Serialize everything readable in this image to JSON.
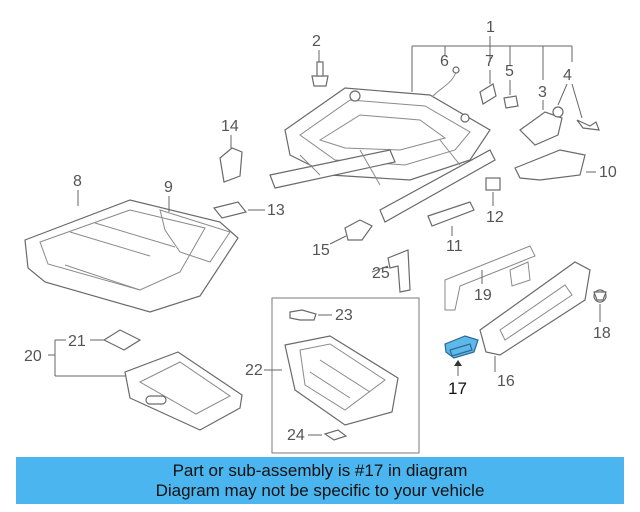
{
  "diagram": {
    "labels": {
      "p1": "1",
      "p2": "2",
      "p3": "3",
      "p4": "4",
      "p5": "5",
      "p6": "6",
      "p7": "7",
      "p8": "8",
      "p9": "9",
      "p10": "10",
      "p11": "11",
      "p12": "12",
      "p13": "13",
      "p14": "14",
      "p15": "15",
      "p16": "16",
      "p17": "17",
      "p18": "18",
      "p19": "19",
      "p20": "20",
      "p21": "21",
      "p22": "22",
      "p23": "23",
      "p24": "24",
      "p25": "25"
    },
    "highlight_color": "#5fb8ea"
  },
  "banner": {
    "line1": "Part or sub-assembly is #17 in diagram",
    "line2": "Diagram may not be specific to your vehicle",
    "color": "#4ab5ee"
  }
}
